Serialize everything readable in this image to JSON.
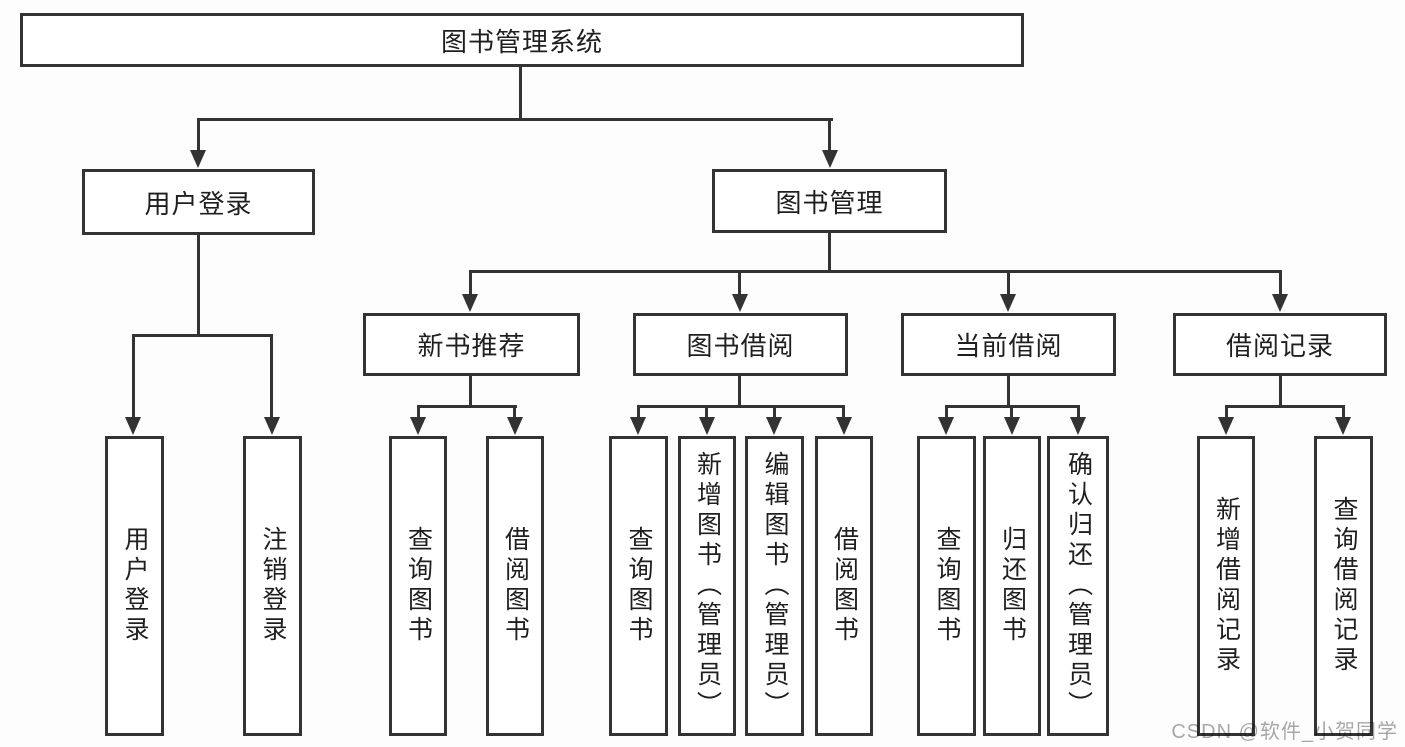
{
  "tree": {
    "root": {
      "label": "图书管理系统"
    },
    "children": [
      {
        "label": "用户登录",
        "children": [
          {
            "label": "用户登录"
          },
          {
            "label": "注销登录"
          }
        ]
      },
      {
        "label": "图书管理",
        "children": [
          {
            "label": "新书推荐",
            "children": [
              {
                "label": "查询图书"
              },
              {
                "label": "借阅图书"
              }
            ]
          },
          {
            "label": "图书借阅",
            "children": [
              {
                "label": "查询图书"
              },
              {
                "label": "新增图书（管理员）"
              },
              {
                "label": "编辑图书（管理员）"
              },
              {
                "label": "借阅图书"
              }
            ]
          },
          {
            "label": "当前借阅",
            "children": [
              {
                "label": "查询图书"
              },
              {
                "label": "归还图书"
              },
              {
                "label": "确认归还（管理员）"
              }
            ]
          },
          {
            "label": "借阅记录",
            "children": [
              {
                "label": "新增借阅记录"
              },
              {
                "label": "查询借阅记录"
              }
            ]
          }
        ]
      }
    ]
  },
  "watermark": {
    "text": "CSDN @软件_小贺同学",
    "color": "#a8a8a8"
  },
  "colors": {
    "line": "#333333",
    "box_border": "#333333",
    "box_fill": "#ffffff",
    "text": "#1f1f1f",
    "background": "#fdfdfd"
  }
}
